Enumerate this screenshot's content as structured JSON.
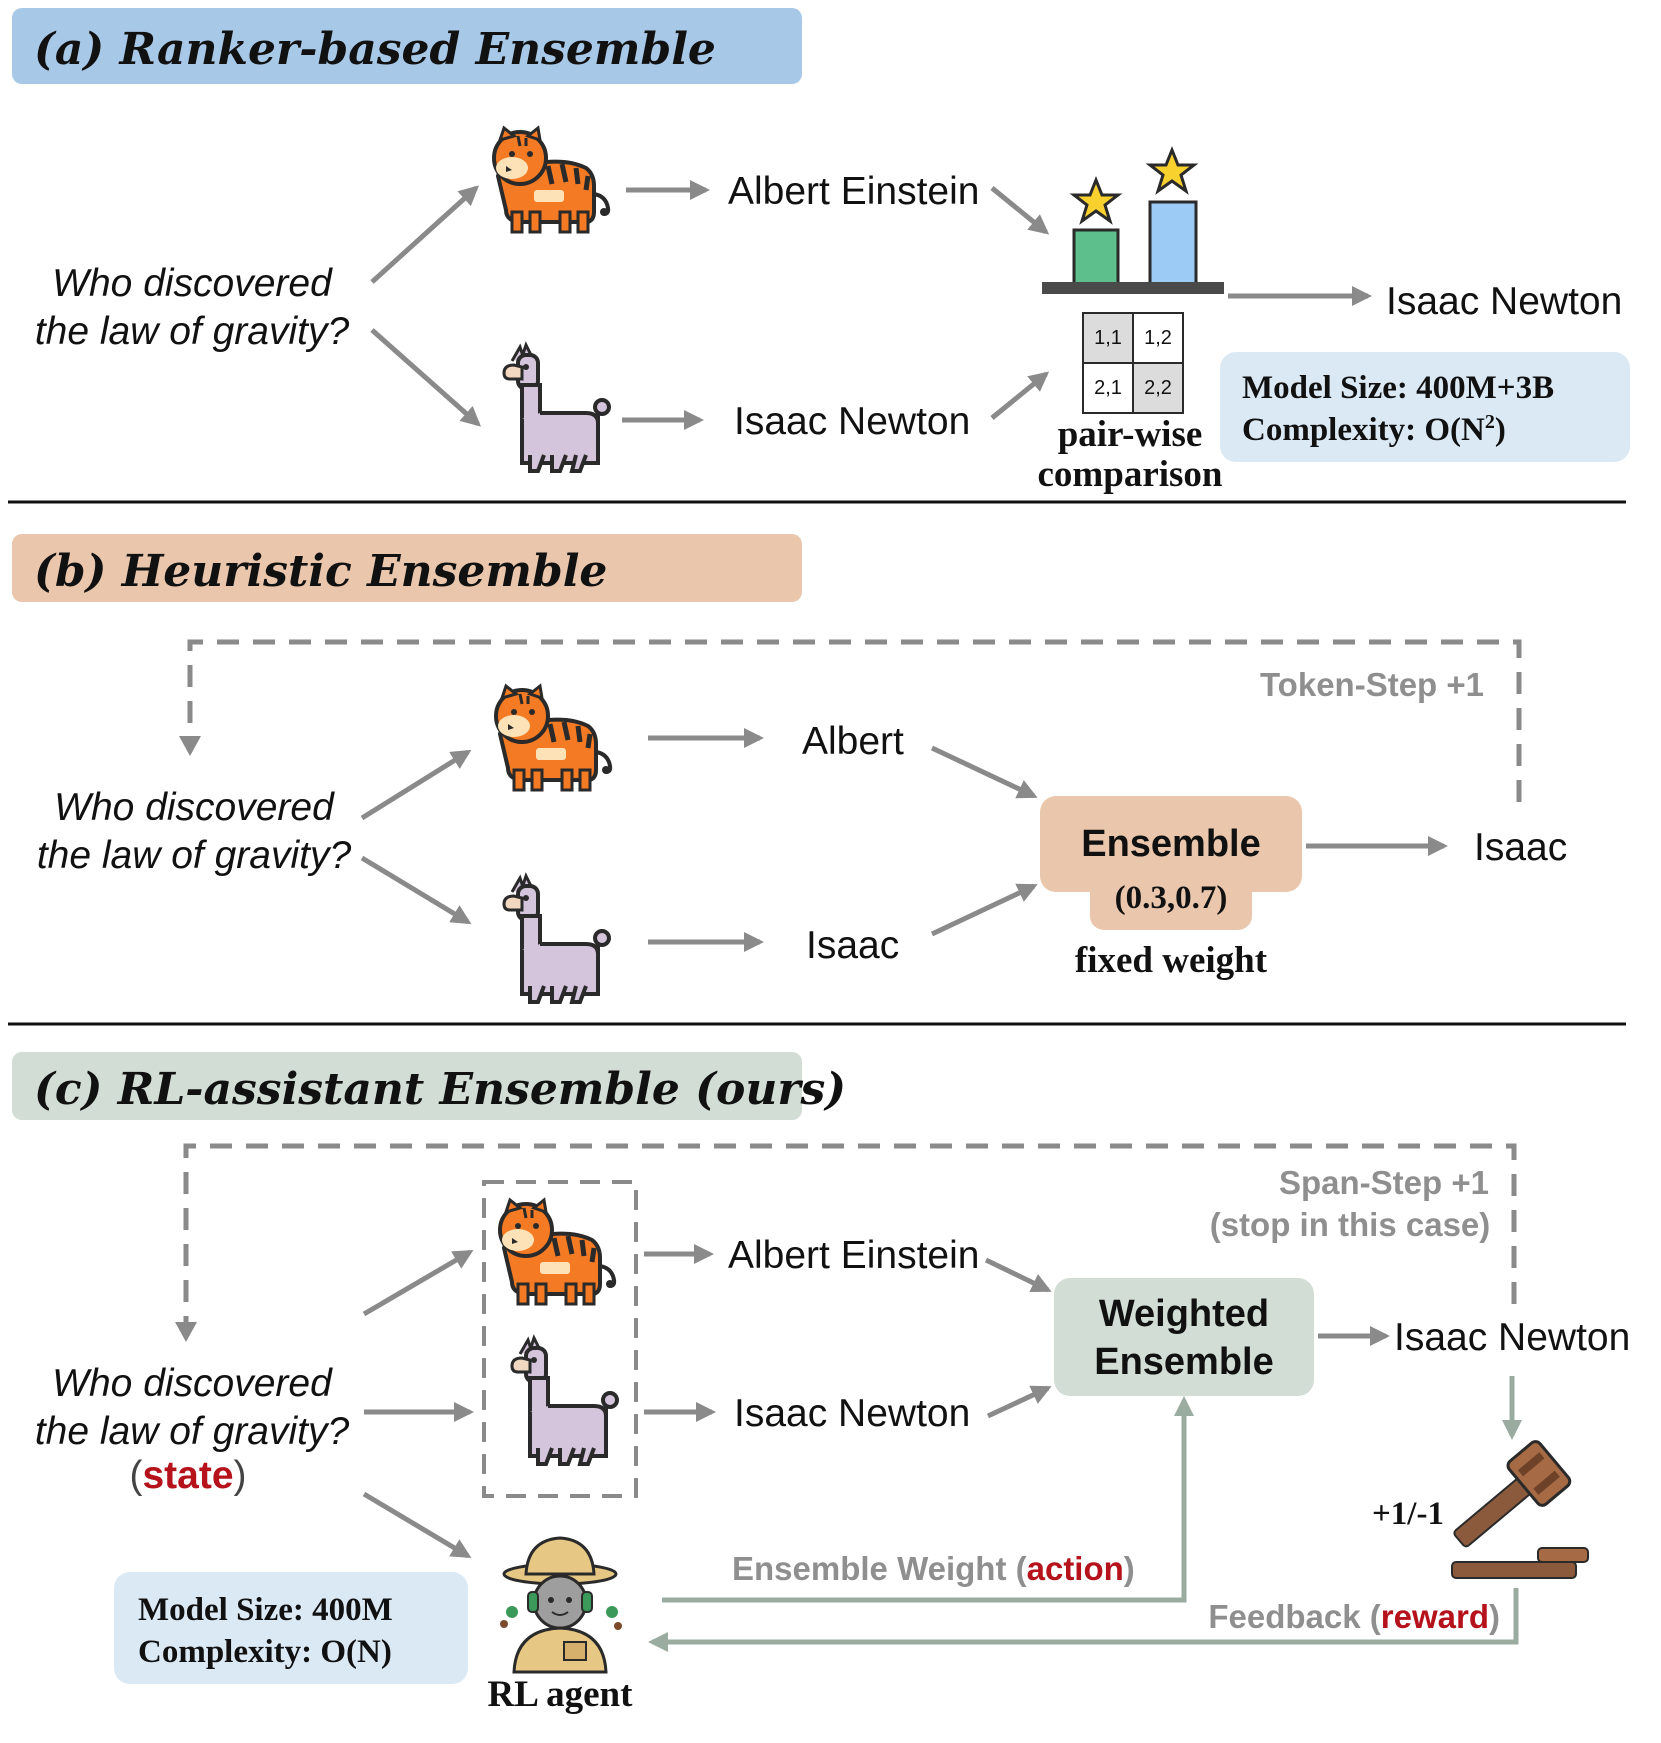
{
  "colors": {
    "header_a": "#a8c8e8",
    "header_b": "#e9c6ac",
    "header_c": "#d2ddd6",
    "info_box": "#dbe9f5",
    "ensemble_box": "#e9c6ac",
    "weighted_box": "#d2ddd6",
    "accent_red": "#b5121b",
    "arrow_gray": "#8a8a8a",
    "arrow_green": "#9aab9f"
  },
  "icons": [
    "tiger-icon",
    "llama-icon",
    "podium-icon",
    "star-icon",
    "gavel-icon",
    "ranger-agent-icon"
  ],
  "section_a": {
    "title": "(a) Ranker-based Ensemble",
    "question_line1": "Who discovered",
    "question_line2": "the law of gravity?",
    "answer_top": "Albert Einstein",
    "answer_bottom": "Isaac Newton",
    "grid_cells": [
      "1,1",
      "1,2",
      "2,1",
      "2,2"
    ],
    "ranker_label_line1": "pair-wise",
    "ranker_label_line2": "comparison",
    "output": "Isaac Newton",
    "info_line1": "Model Size: 400M+3B",
    "info_line2_prefix": "Complexity: O(N",
    "info_line2_sup": "2",
    "info_line2_suffix": ")"
  },
  "section_b": {
    "title": "(b) Heuristic Ensemble",
    "question_line1": "Who discovered",
    "question_line2": "the law of gravity?",
    "answer_top": "Albert",
    "answer_bottom": "Isaac",
    "ensemble_label": "Ensemble",
    "weights": "(0.3,0.7)",
    "weights_caption": "fixed weight",
    "output": "Isaac",
    "loop_label": "Token-Step +1"
  },
  "section_c": {
    "title": "(c) RL-assistant Ensemble (ours)",
    "question_line1": "Who discovered",
    "question_line2": "the law of gravity?",
    "state_open": "(",
    "state_word": "state",
    "state_close": ")",
    "answer_top": "Albert Einstein",
    "answer_bottom": "Isaac Newton",
    "ensemble_line1": "Weighted",
    "ensemble_line2": "Ensemble",
    "output": "Isaac Newton",
    "loop_label_line1": "Span-Step +1",
    "loop_label_line2": "(stop in this case)",
    "reward_value": "+1/-1",
    "action_prefix": "Ensemble Weight (",
    "action_word": "action",
    "action_suffix": ")",
    "feedback_prefix": "Feedback (",
    "feedback_word": "reward",
    "feedback_suffix": ")",
    "agent_label": "RL agent",
    "info_line1": "Model Size: 400M",
    "info_line2": "Complexity: O(N)"
  }
}
